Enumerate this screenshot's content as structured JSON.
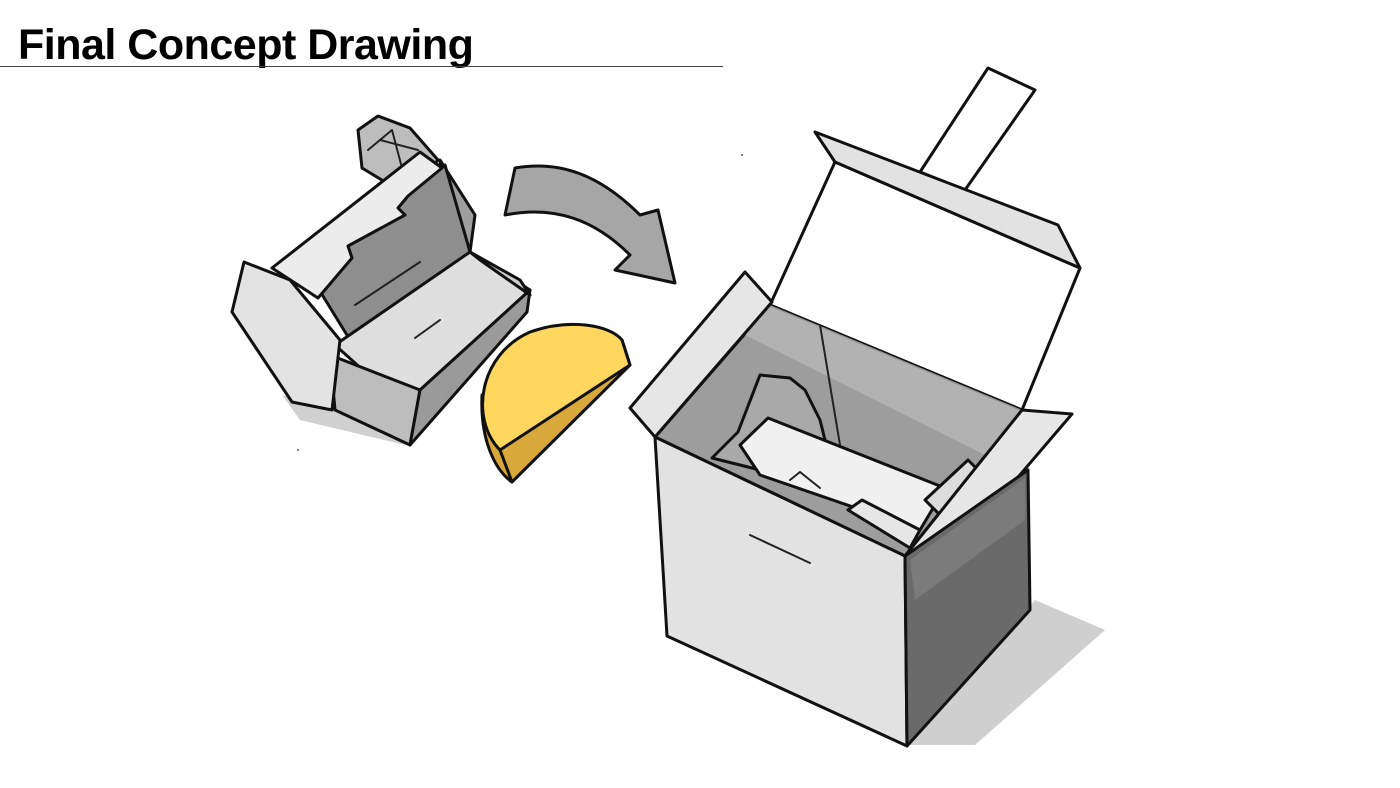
{
  "page": {
    "title": "Final Concept Drawing"
  },
  "colors": {
    "background": "#ffffff",
    "ink": "#111111",
    "insert_fill": "#e4e4e4",
    "insert_shadow": "#9a9a9a",
    "arrow_fill": "#a6a6a6",
    "half_disc_top": "#ffd75e",
    "half_disc_side": "#d9a83b",
    "box_front": "#e2e2e2",
    "box_side": "#6a6a6a",
    "box_interior": "#9d9d9d",
    "box_shadow": "#cfcfcf"
  },
  "icons": {
    "insert": "folded-cardboard-insert",
    "disc": "half-disc-product",
    "arrow": "curved-arrow-right",
    "box": "open-shipping-box"
  }
}
